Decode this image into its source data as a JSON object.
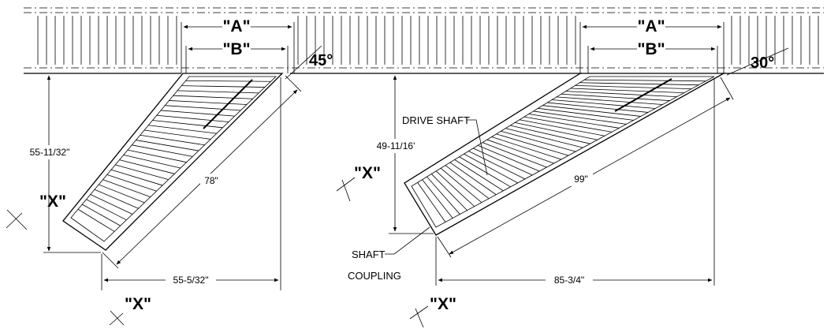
{
  "diagram": {
    "colors": {
      "ink": "#000000",
      "background": "#ffffff"
    },
    "left_view": {
      "dim_a": "\"A\"",
      "dim_b": "\"B\"",
      "angle": "45°",
      "vertical_dim": "55-11/32\"",
      "length_dim": "78\"",
      "horizontal_dim": "55-5/32\"",
      "x_mark_side": "\"X\"",
      "x_mark_bottom": "\"X\""
    },
    "right_view": {
      "dim_a": "\"A\"",
      "dim_b": "\"B\"",
      "angle": "30°",
      "vertical_dim": "49-11/16'",
      "length_dim": "99\"",
      "horizontal_dim": "85-3/4\"",
      "x_mark_side": "\"X\"",
      "x_mark_bottom": "\"X\"",
      "drive_shaft": "DRIVE SHAFT",
      "shaft_coupling_1": "SHAFT",
      "shaft_coupling_2": "COUPLING"
    }
  }
}
